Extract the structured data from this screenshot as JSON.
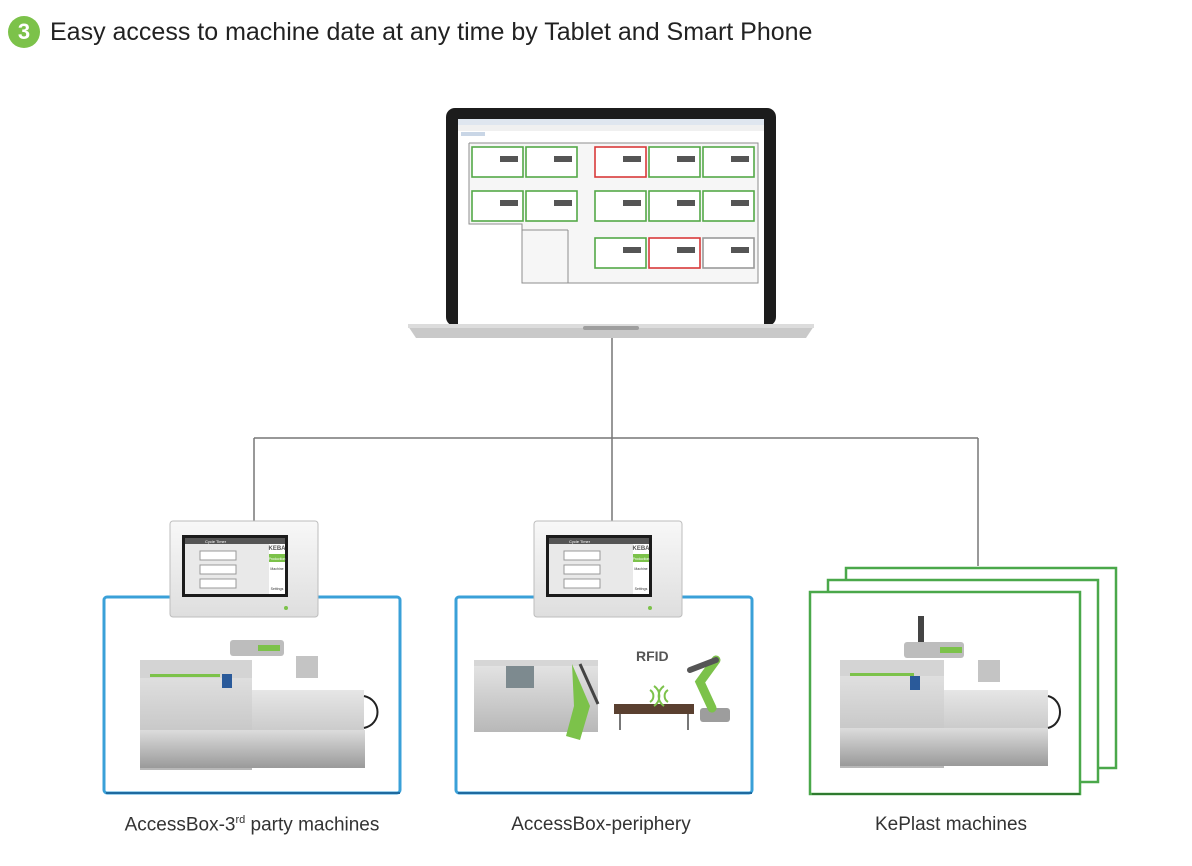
{
  "header": {
    "step_number": "3",
    "title": "Easy access to machine date at any time by Tablet and Smart Phone"
  },
  "hmi": {
    "brand": "KEBA",
    "tab_label": "Cycle Timer",
    "side_labels": [
      "Production",
      "Machine",
      "Settings"
    ]
  },
  "nodes": {
    "left": {
      "caption_prefix": "AccessBox-3",
      "caption_sup": "rd",
      "caption_suffix": " party machines"
    },
    "middle": {
      "caption": "AccessBox-periphery",
      "rfid_label": "RFID"
    },
    "right": {
      "caption": "KePlast machines"
    }
  },
  "colors": {
    "accent_green": "#7cc24a",
    "frame_blue": "#3aa0d8",
    "frame_green": "#4aa84a",
    "connector": "#777777"
  }
}
